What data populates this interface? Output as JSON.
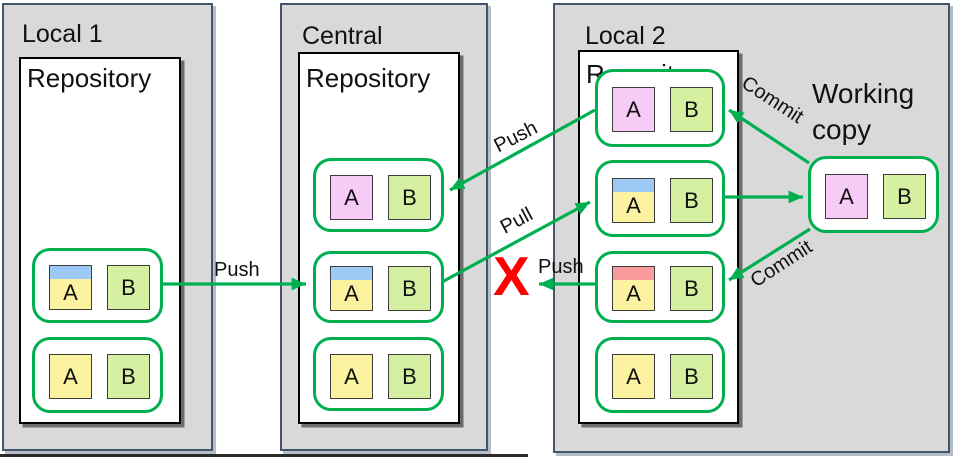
{
  "panels": {
    "local1": {
      "title": "Local 1",
      "repo_label": "Repository"
    },
    "central": {
      "title": "Central",
      "repo_label": "Repository"
    },
    "local2": {
      "title": "Local 2",
      "repo_label": "Repository"
    }
  },
  "working_copy": {
    "label": "Working copy"
  },
  "files": {
    "a": "A",
    "b": "B"
  },
  "arrow_labels": {
    "push_local1_to_central": "Push",
    "push_local2_to_central": "Push",
    "pull_central_to_local2": "Pull",
    "push_blocked": "Push",
    "commit_to_top": "Commit",
    "commit_to_bottom": "Commit"
  },
  "blocked_marker": "X",
  "colors": {
    "panel-gray": "#d9d9d9",
    "panel-border": "#44546a",
    "green": "#00b050",
    "file-yellow": "#fbf3a0",
    "file-green": "#d5f0a0",
    "file-pink": "#f6ccf7",
    "stripe-blue": "#9cc9f5",
    "stripe-red": "#fb9c9c",
    "blocked-red": "#ff0000"
  }
}
